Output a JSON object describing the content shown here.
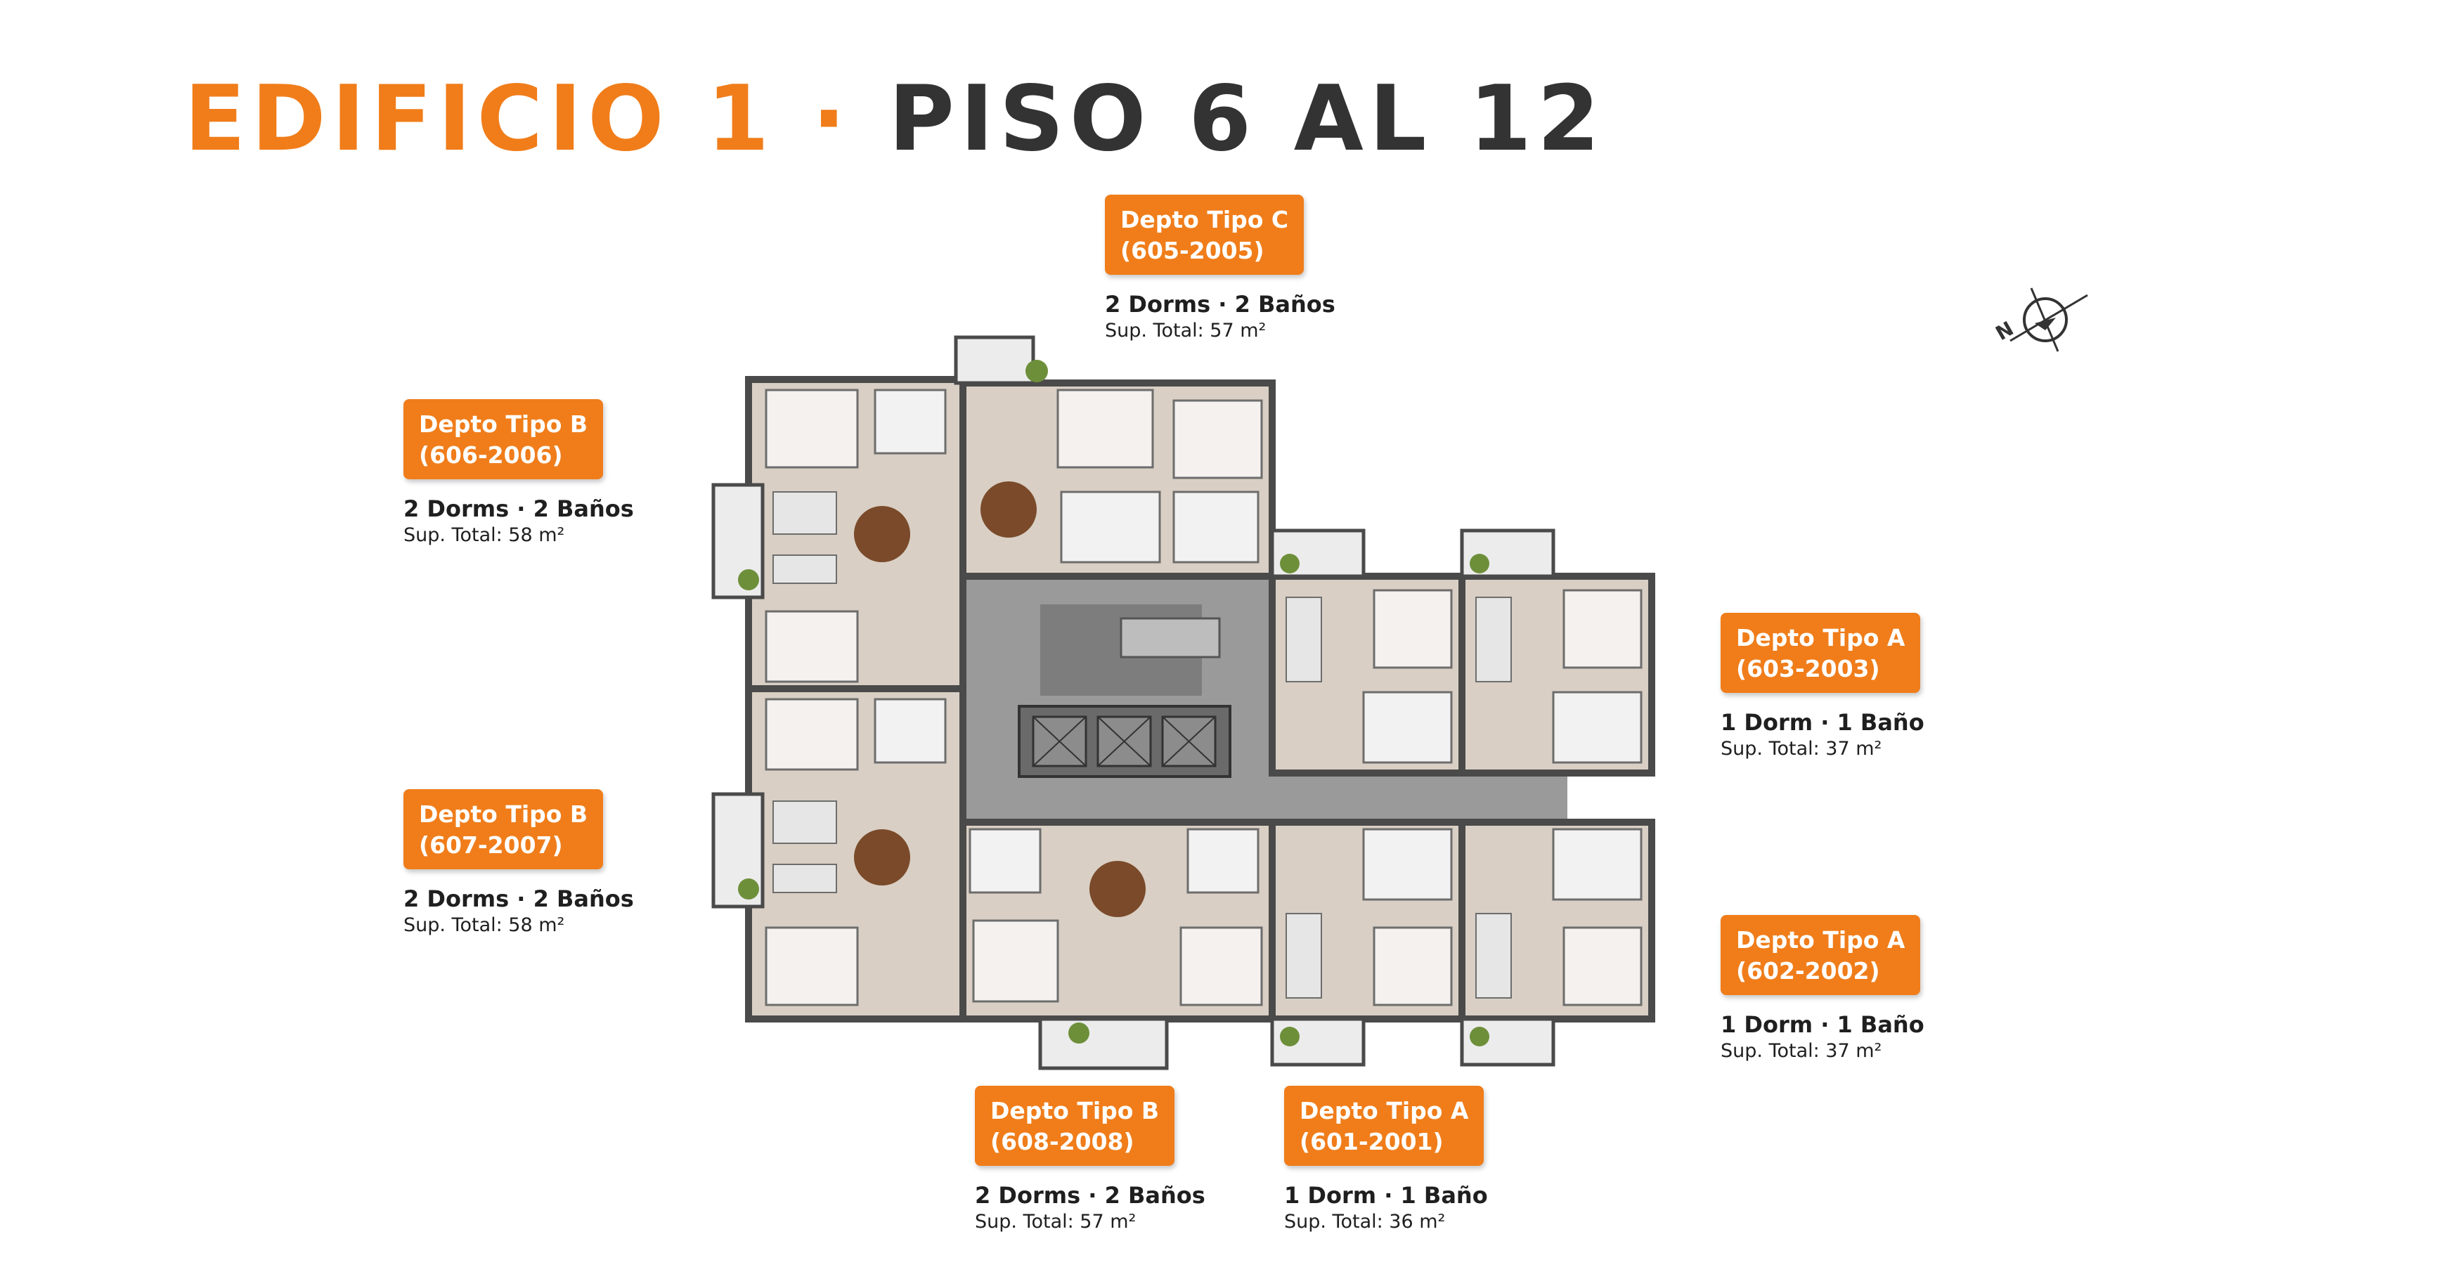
{
  "title": {
    "part1": "EDIFICIO 1",
    "separator": "·",
    "part2": "PISO 6 AL 12"
  },
  "colors": {
    "accent": "#f07d1a",
    "title_dark": "#333333",
    "circulation": "#9a9a9a",
    "floor_tile": "#d9cfc4",
    "wall": "#4a4a4a"
  },
  "compass": {
    "letter": "N",
    "icon": "north-arrow-icon"
  },
  "units": [
    {
      "id": "605",
      "type": "Depto Tipo C",
      "code": "(605-2005)",
      "rooms": "2 Dorms · 2 Baños",
      "area": "Sup. Total: 57 m²"
    },
    {
      "id": "606",
      "type": "Depto Tipo B",
      "code": "(606-2006)",
      "rooms": "2 Dorms · 2 Baños",
      "area": "Sup. Total: 58 m²"
    },
    {
      "id": "607",
      "type": "Depto Tipo B",
      "code": "(607-2007)",
      "rooms": "2 Dorms · 2 Baños",
      "area": "Sup. Total: 58 m²"
    },
    {
      "id": "603",
      "type": "Depto Tipo A",
      "code": "(603-2003)",
      "rooms": "1 Dorm · 1 Baño",
      "area": "Sup. Total: 37 m²"
    },
    {
      "id": "602",
      "type": "Depto Tipo A",
      "code": "(602-2002)",
      "rooms": "1 Dorm · 1 Baño",
      "area": "Sup. Total: 37 m²"
    },
    {
      "id": "608",
      "type": "Depto Tipo B",
      "code": "(608-2008)",
      "rooms": "2 Dorms · 2 Baños",
      "area": "Sup. Total: 57 m²"
    },
    {
      "id": "601",
      "type": "Depto Tipo A",
      "code": "(601-2001)",
      "rooms": "1 Dorm · 1 Baño",
      "area": "Sup. Total: 36 m²"
    }
  ]
}
